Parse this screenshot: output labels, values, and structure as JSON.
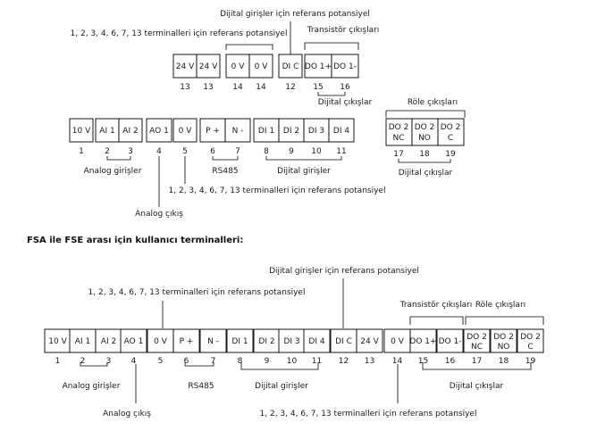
{
  "labels": {
    "dijital_ref": "Dijital girişler için referans potansiyel",
    "ref_terminals": "1, 2, 3, 4, 6, 7, 13 terminalleri için referans potansiyel",
    "transistor": "Transistör çıkışları",
    "dijital_cikis": "Dijital çıkışlar",
    "role": "Röle çıkışları",
    "analog_giris": "Analog girişler",
    "rs485": "RS485",
    "dijital_giris": "Dijital girişler",
    "analog_cikis": "Analog çıkış"
  },
  "heading": "FSA ile FSE arası için kullanıcı terminalleri:",
  "top_row": [
    {
      "label": "24 V",
      "num": "13"
    },
    {
      "label": "24 V",
      "num": "13"
    },
    {
      "label": "0 V",
      "num": "14"
    },
    {
      "label": "0 V",
      "num": "14"
    },
    {
      "label": "DI C",
      "num": "12"
    },
    {
      "label": "DO 1+",
      "num": "15"
    },
    {
      "label": "DO 1-",
      "num": "16"
    }
  ],
  "mid_row": [
    {
      "label": "10 V",
      "num": "1"
    },
    {
      "label": "AI 1",
      "num": "2"
    },
    {
      "label": "AI 2",
      "num": "3"
    },
    {
      "label": "AO 1",
      "num": "4"
    },
    {
      "label": "0 V",
      "num": "5"
    },
    {
      "label": "P +",
      "num": "6"
    },
    {
      "label": "N -",
      "num": "7"
    },
    {
      "label": "DI 1",
      "num": "8"
    },
    {
      "label": "DI 2",
      "num": "9"
    },
    {
      "label": "DI 3",
      "num": "10"
    },
    {
      "label": "DI 4",
      "num": "11"
    }
  ],
  "relay_row": [
    {
      "line1": "DO 2",
      "line2": "NC",
      "num": "17"
    },
    {
      "line1": "DO 2",
      "line2": "NO",
      "num": "18"
    },
    {
      "line1": "DO 2",
      "line2": "C",
      "num": "19"
    }
  ],
  "bottom_row": [
    {
      "line1": "10 V",
      "line2": "",
      "num": "1"
    },
    {
      "line1": "AI 1",
      "line2": "",
      "num": "2"
    },
    {
      "line1": "AI 2",
      "line2": "",
      "num": "3"
    },
    {
      "line1": "AO 1",
      "line2": "",
      "num": "4"
    },
    {
      "line1": "0 V",
      "line2": "",
      "num": "5"
    },
    {
      "line1": "P +",
      "line2": "",
      "num": "6"
    },
    {
      "line1": "N -",
      "line2": "",
      "num": "7"
    },
    {
      "line1": "DI 1",
      "line2": "",
      "num": "8"
    },
    {
      "line1": "DI 2",
      "line2": "",
      "num": "9"
    },
    {
      "line1": "DI 3",
      "line2": "",
      "num": "10"
    },
    {
      "line1": "DI 4",
      "line2": "",
      "num": "11"
    },
    {
      "line1": "DI C",
      "line2": "",
      "num": "12"
    },
    {
      "line1": "24 V",
      "line2": "",
      "num": "13"
    },
    {
      "line1": "0 V",
      "line2": "",
      "num": "14"
    },
    {
      "line1": "DO 1+",
      "line2": "",
      "num": "15"
    },
    {
      "line1": "DO 1-",
      "line2": "",
      "num": "16"
    },
    {
      "line1": "DO 2",
      "line2": "NC",
      "num": "17"
    },
    {
      "line1": "DO 2",
      "line2": "NO",
      "num": "18"
    },
    {
      "line1": "DO 2",
      "line2": "C",
      "num": "19"
    }
  ]
}
